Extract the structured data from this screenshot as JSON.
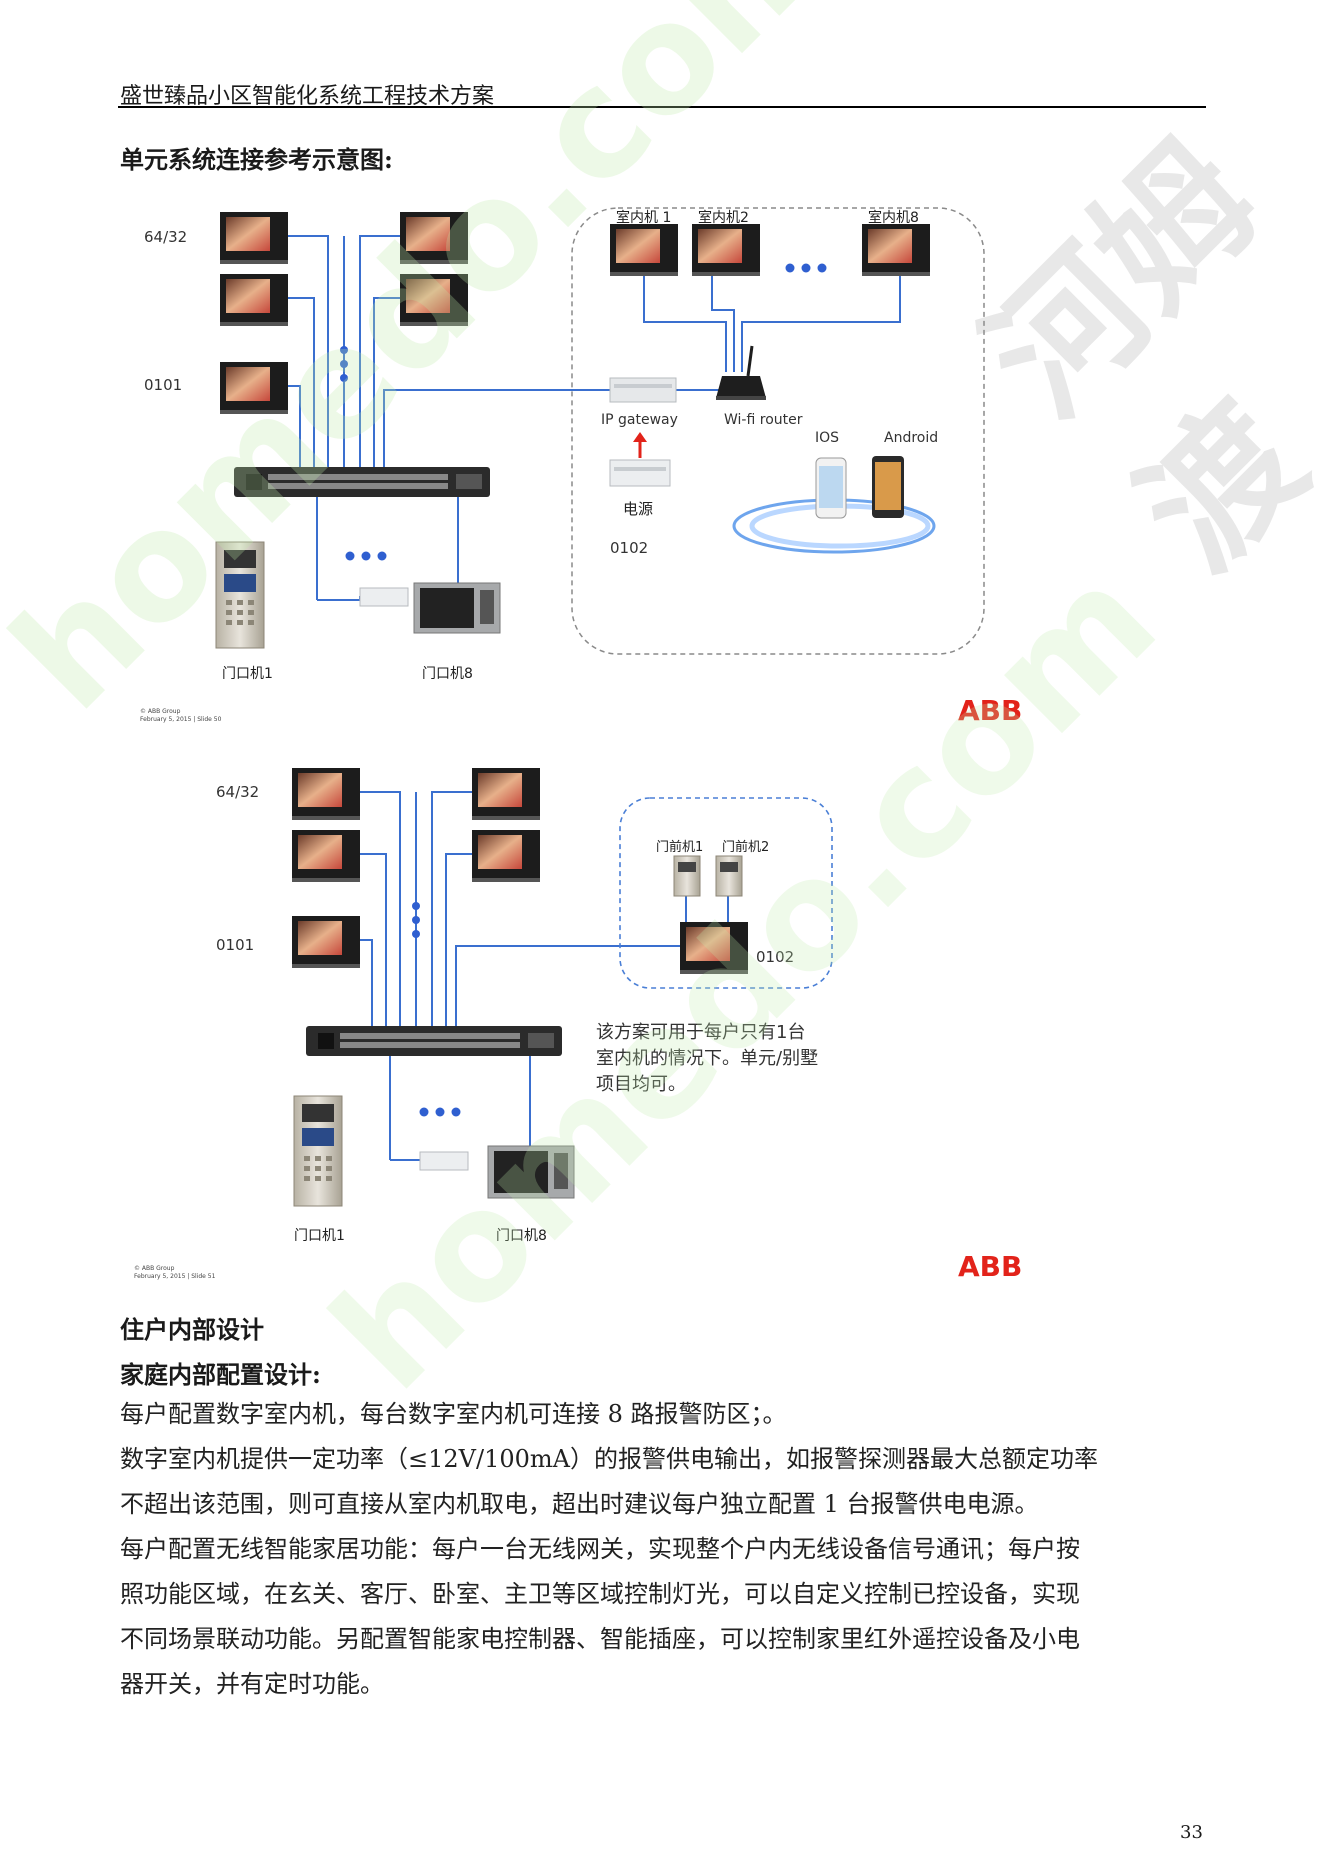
{
  "header": {
    "title": "盛世臻品小区智能化系统工程技术方案"
  },
  "section1": {
    "title": "单元系统连接参考示意图:"
  },
  "diagram1": {
    "label_6432": "64/32",
    "label_0101": "0101",
    "label_0102": "0102",
    "indoor1": "室内机 1",
    "indoor2": "室内机2",
    "indoor8": "室内机8",
    "ip_gateway": "IP gateway",
    "wifi_router": "Wi-fi router",
    "power": "电源",
    "ios": "IOS",
    "android": "Android",
    "door1": "门口机1",
    "door8": "门口机8",
    "footer_line1": "© ABB Group",
    "footer_line2": "February 5, 2015 | Slide 50",
    "logo": "ABB"
  },
  "diagram2": {
    "label_6432": "64/32",
    "label_0101": "0101",
    "label_0102": "0102",
    "front1": "门前机1",
    "front2": "门前机2",
    "note_line1": "该方案可用于每户只有1台",
    "note_line2": "室内机的情况下。单元/别墅",
    "note_line3": "项目均可。",
    "door1": "门口机1",
    "door8": "门口机8",
    "footer_line1": "© ABB Group",
    "footer_line2": "February 5, 2015 | Slide 51",
    "logo": "ABB"
  },
  "section2": {
    "title": "住户内部设计",
    "subtitle": "家庭内部配置设计:",
    "para1": "每户配置数字室内机，每台数字室内机可连接 8 路报警防区；。",
    "para2_line1": "数字室内机提供一定功率（≤12V/100mA）的报警供电输出，如报警探测器最大总额定功率",
    "para2_line2": "不超出该范围，则可直接从室内机取电，超出时建议每户独立配置 1 台报警供电电源。",
    "para3_line1": "每户配置无线智能家居功能：每户一台无线网关，实现整个户内无线设备信号通讯；每户按",
    "para3_line2": "照功能区域，在玄关、客厅、卧室、主卫等区域控制灯光，可以自定义控制已控设备，实现",
    "para3_line3": "不同场景联动功能。另配置智能家电控制器、智能插座，可以控制家里红外遥控设备及小电",
    "para3_line4": "器开关，并有定时功能。"
  },
  "watermark": {
    "text1": "homedo.com",
    "text2": "河姆渡"
  },
  "page_number": "33",
  "colors": {
    "line": "#3a6fcf",
    "logo": "#e2231a",
    "dots": "#2f5fd0"
  }
}
